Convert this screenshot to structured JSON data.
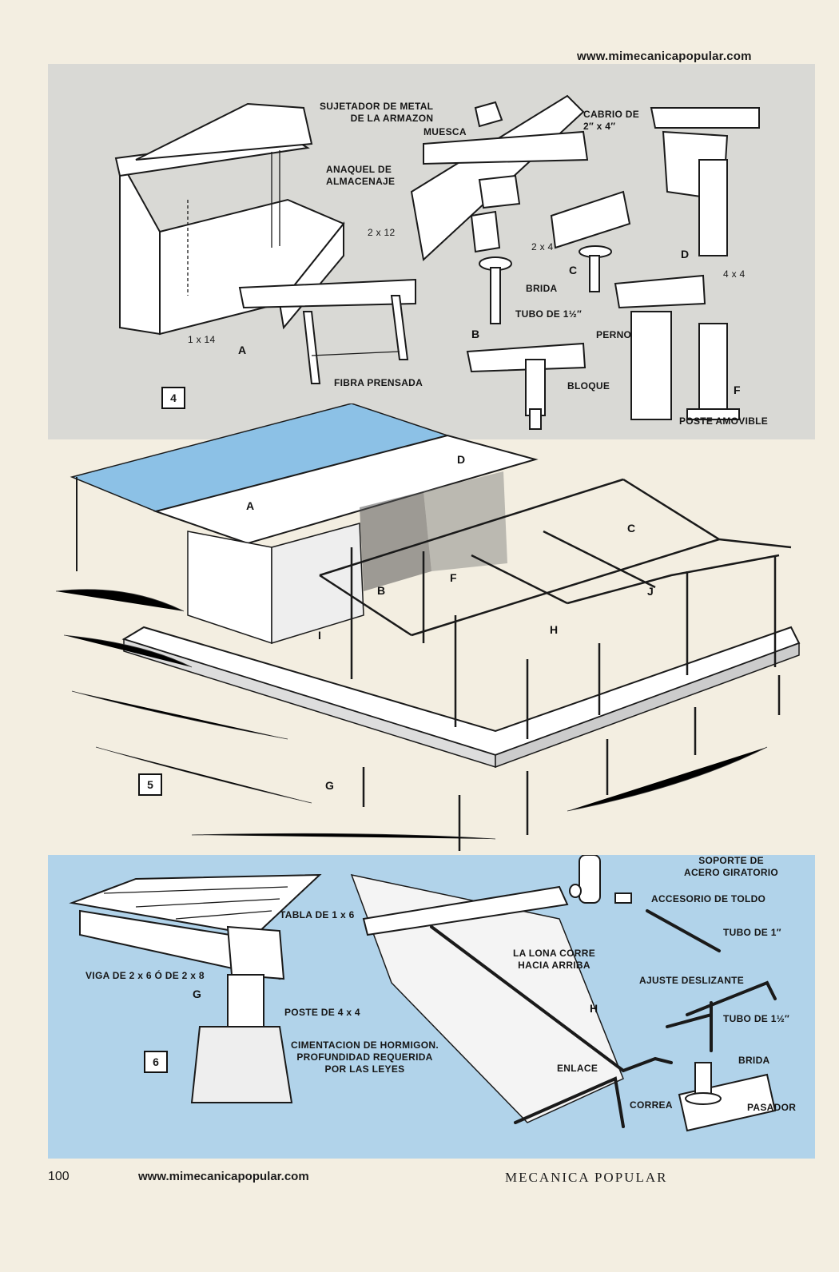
{
  "header": {
    "url": "www.mimecanicapopular.com"
  },
  "figure4": {
    "number": "4",
    "labels": {
      "sujetador": "SUJETADOR DE METAL\nDE LA ARMAZON",
      "cabrio": "CABRIO DE\n2″ x 4″",
      "muesca": "MUESCA",
      "anaquel": "ANAQUEL DE\nALMACENAJE",
      "two_x_12": "2 x 12",
      "two_x_4": "2 x 4",
      "four_x_4": "4 x 4",
      "brida": "BRIDA",
      "tubo": "TUBO DE 1½″",
      "one_x_14": "1 x 14",
      "fibra": "FIBRA PRENSADA",
      "perno": "PERNO",
      "bloque": "BLOQUE",
      "poste_amovible": "POSTE AMOVIBLE"
    },
    "letters": {
      "a": "A",
      "b": "B",
      "c": "C",
      "d": "D",
      "f": "F"
    }
  },
  "figure5": {
    "number": "5",
    "letters": {
      "a": "A",
      "b": "B",
      "c": "C",
      "d": "D",
      "f": "F",
      "g": "G",
      "h": "H",
      "i": "I",
      "j": "J"
    }
  },
  "figure6": {
    "number": "6",
    "labels": {
      "soporte": "SOPORTE DE\nACERO GIRATORIO",
      "accesorio": "ACCESORIO DE TOLDO",
      "tubo1": "TUBO DE 1″",
      "tabla": "TABLA DE 1 x 6",
      "lona": "LA LONA CORRE\nHACIA ARRIBA",
      "viga": "VIGA DE 2 x 6 Ó DE 2 x 8",
      "ajuste": "AJUSTE DESLIZANTE",
      "poste": "POSTE DE 4 x 4",
      "tubo15": "TUBO DE 1½″",
      "cimentacion": "CIMENTACION DE HORMIGON.\nPROFUNDIDAD REQUERIDA\nPOR LAS LEYES",
      "brida": "BRIDA",
      "enlace": "ENLACE",
      "correa": "CORREA",
      "pasador": "PASADOR"
    },
    "letters": {
      "g": "G",
      "h": "H"
    }
  },
  "footer": {
    "page_number": "100",
    "url": "www.mimecanicapopular.com",
    "magazine": "MECANICA POPULAR"
  },
  "colors": {
    "paper": "#f3eee1",
    "panel_gray": "#d9d9d5",
    "panel_blue": "#b1d3ea",
    "canvas_blue": "#8cc1e6"
  }
}
